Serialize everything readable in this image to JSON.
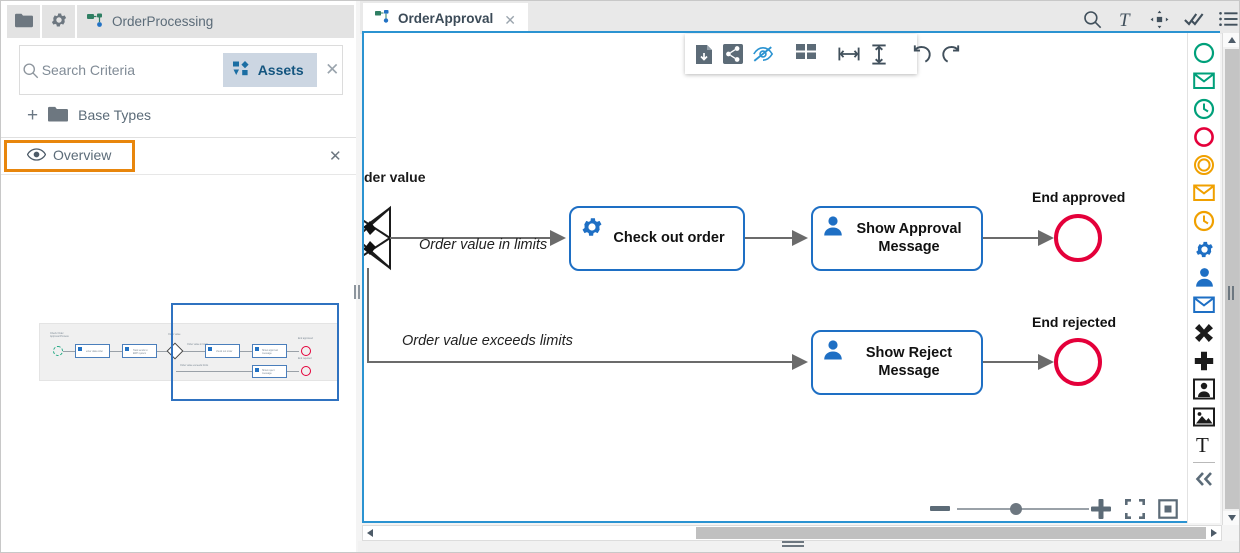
{
  "left_panel": {
    "tabs": [
      {
        "name": "folder-tab",
        "icon": "folder-icon",
        "label": ""
      },
      {
        "name": "settings-tab",
        "icon": "gear-icon",
        "label": ""
      },
      {
        "name": "project-tab",
        "icon": "project-icon",
        "label": "OrderProcessing"
      }
    ],
    "search": {
      "placeholder": "Search Criteria",
      "value": "",
      "assets_label": "Assets",
      "clear": "✕"
    },
    "base_types": {
      "plus": "+",
      "label": "Base Types"
    },
    "overview": {
      "title": "Overview",
      "close": "✕",
      "highlight_color": "#e8860c"
    }
  },
  "editor": {
    "tab": {
      "label": "OrderApproval",
      "close": "✕"
    },
    "top_icons": [
      "search-icon",
      "text-format-icon",
      "move-icon",
      "validate-icon",
      "list-icon"
    ],
    "float_toolbar": [
      "export-document-icon",
      "share-icon",
      "hide-icon",
      "grid-layout-icon",
      "distribute-horizontal-icon",
      "distribute-vertical-icon",
      "undo-icon",
      "redo-icon"
    ],
    "zoom": {
      "minus": "−",
      "plus": "+",
      "value": 45,
      "fit_label": "fit-to-screen",
      "center_label": "center-diagram"
    }
  },
  "diagram": {
    "type": "bpmn-process",
    "lane_label": "der value",
    "gateway": {
      "name": "exclusive-gateway",
      "marker": "X",
      "clipped": true
    },
    "flows": [
      {
        "label": "Order value in limits"
      },
      {
        "label": "Order value exceeds limits"
      }
    ],
    "tasks": [
      {
        "label": "Check out order",
        "icon": "service-task-gear-icon",
        "type": "service"
      },
      {
        "label": "Show Approval Message",
        "icon": "user-task-icon",
        "type": "user"
      },
      {
        "label": "Show Reject Message",
        "icon": "user-task-icon",
        "type": "user"
      }
    ],
    "end_events": [
      {
        "label": "End approved",
        "color": "#e4003a"
      },
      {
        "label": "End rejected",
        "color": "#e4003a"
      }
    ]
  },
  "palette": {
    "items": [
      {
        "name": "start-event-none-icon",
        "color": "#00a07a"
      },
      {
        "name": "start-event-message-icon",
        "color": "#00a07a"
      },
      {
        "name": "start-event-timer-icon",
        "color": "#00a07a"
      },
      {
        "name": "end-event-icon",
        "color": "#e4003a"
      },
      {
        "name": "intermediate-event-icon",
        "color": "#f0a000"
      },
      {
        "name": "intermediate-message-event-icon",
        "color": "#f0a000"
      },
      {
        "name": "intermediate-timer-event-icon",
        "color": "#f0a000"
      },
      {
        "name": "service-task-icon",
        "color": "#1e6fc4"
      },
      {
        "name": "user-task-icon",
        "color": "#1e6fc4"
      },
      {
        "name": "send-task-icon",
        "color": "#1e6fc4"
      },
      {
        "name": "exclusive-gateway-icon",
        "color": "#1b1b1b"
      },
      {
        "name": "parallel-gateway-icon",
        "color": "#1b1b1b"
      },
      {
        "name": "pool-icon",
        "color": "#1b1b1b"
      },
      {
        "name": "image-icon",
        "color": "#1b1b1b"
      },
      {
        "name": "text-annotation-icon",
        "color": "#1b1b1b"
      },
      {
        "name": "collapse-palette-icon",
        "color": "#5b6b78"
      }
    ]
  },
  "minimap": {
    "elements": [
      {
        "type": "label",
        "text": "Check Order\nApproval Process"
      },
      {
        "type": "start-event"
      },
      {
        "type": "task",
        "text": "Enter data order"
      },
      {
        "type": "task",
        "text": "Task sends to\nERP system"
      },
      {
        "type": "label",
        "text": "Order value"
      },
      {
        "type": "gateway"
      },
      {
        "type": "label",
        "text": "Order value in limits"
      },
      {
        "type": "task",
        "text": "Check out order"
      },
      {
        "type": "task",
        "text": "Show approval message"
      },
      {
        "type": "end-event",
        "text": "End approved"
      },
      {
        "type": "label",
        "text": "Order value exceeds limits"
      },
      {
        "type": "task",
        "text": "Show reject message"
      },
      {
        "type": "end-event",
        "text": "End rejected"
      }
    ]
  }
}
